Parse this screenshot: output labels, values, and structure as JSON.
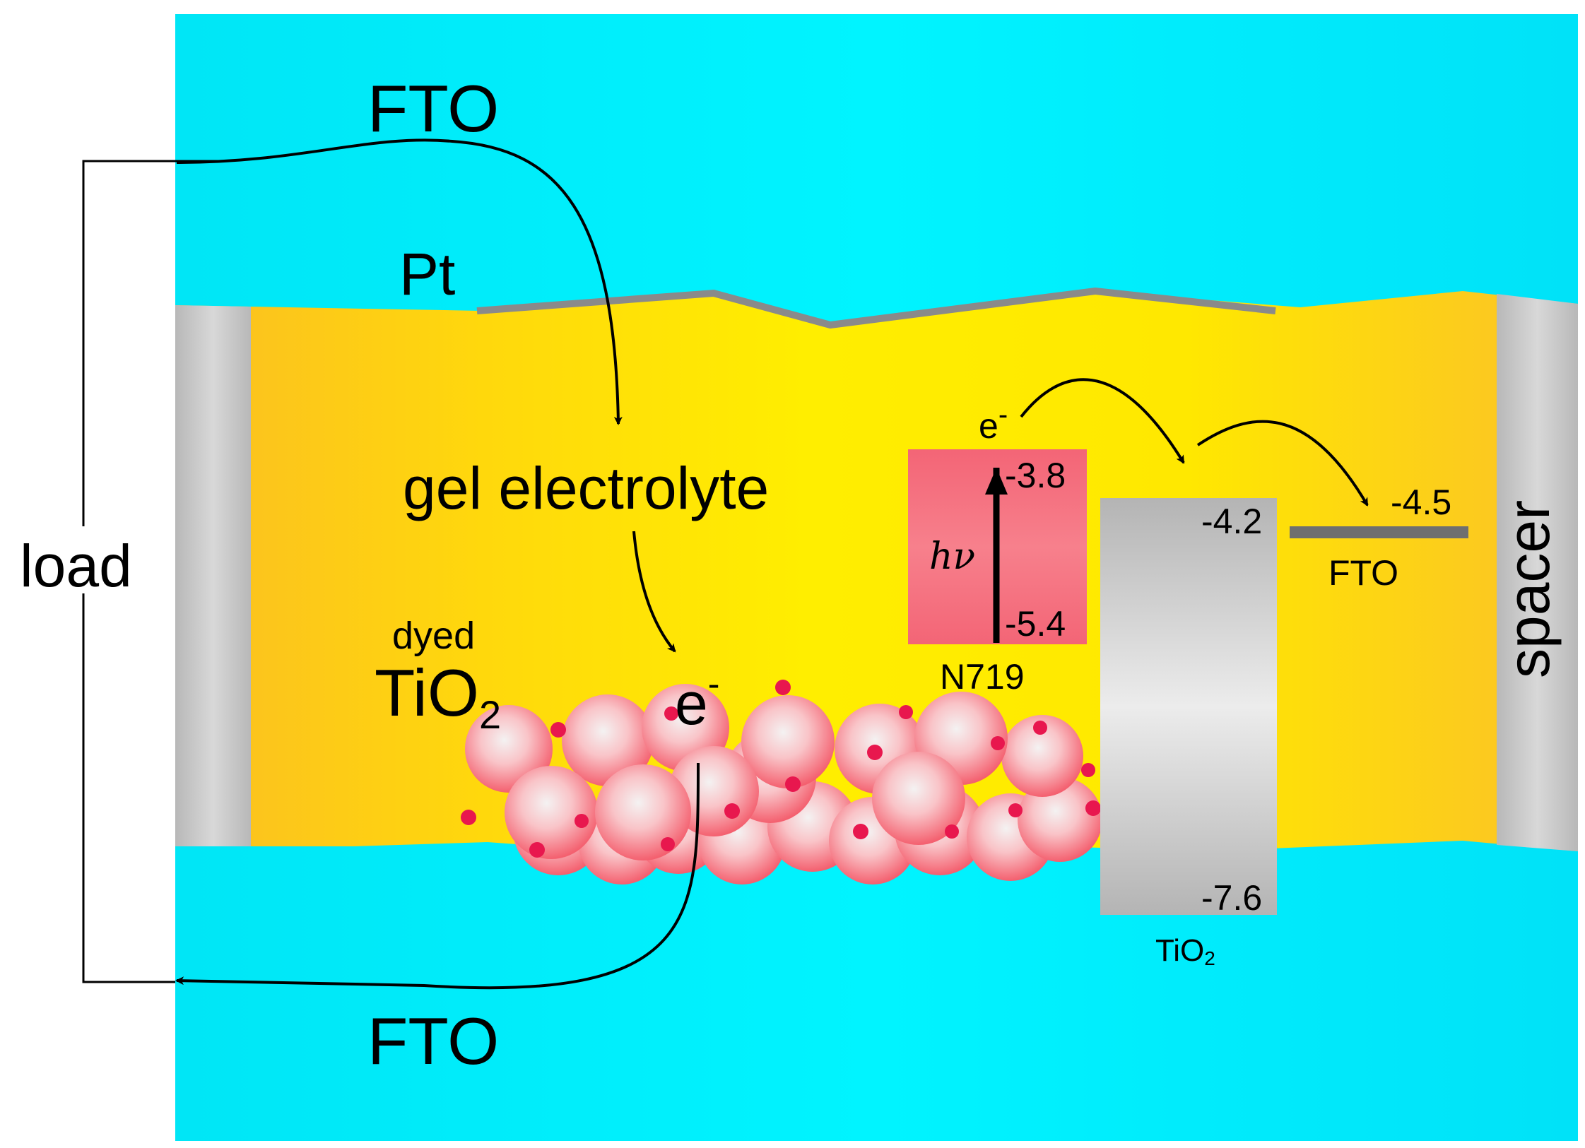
{
  "labels": {
    "fto_top": "FTO",
    "fto_bottom": "FTO",
    "pt": "Pt",
    "load": "load",
    "gel_electrolyte": "gel electrolyte",
    "dyed": "dyed",
    "tio2_main": "TiO",
    "tio2_main_sub": "2",
    "electron_main": "e",
    "electron_main_sup": "-",
    "spacer": "spacer"
  },
  "energy_diagram": {
    "electron_label": "e",
    "electron_sup": "-",
    "photon_label": "hν",
    "n719": {
      "name": "N719",
      "lumo": "-3.8",
      "homo": "-5.4"
    },
    "tio2": {
      "name": "TiO",
      "name_sub": "2",
      "cb": "-4.2",
      "vb": "-7.6"
    },
    "fto": {
      "name": "FTO",
      "level": "-4.5"
    }
  },
  "colors": {
    "fto_glass": "#00e8f8",
    "electrolyte_center": "#ffee00",
    "electrolyte_edge": "#fbbf22",
    "spacer": "#c6c6c6",
    "pt_layer": "#8a8a8a",
    "n719_box": "#f26a7a",
    "tio2_box": "#c8c8c8",
    "dye_dot": "#e8174e",
    "particle": "#f56f7f"
  }
}
